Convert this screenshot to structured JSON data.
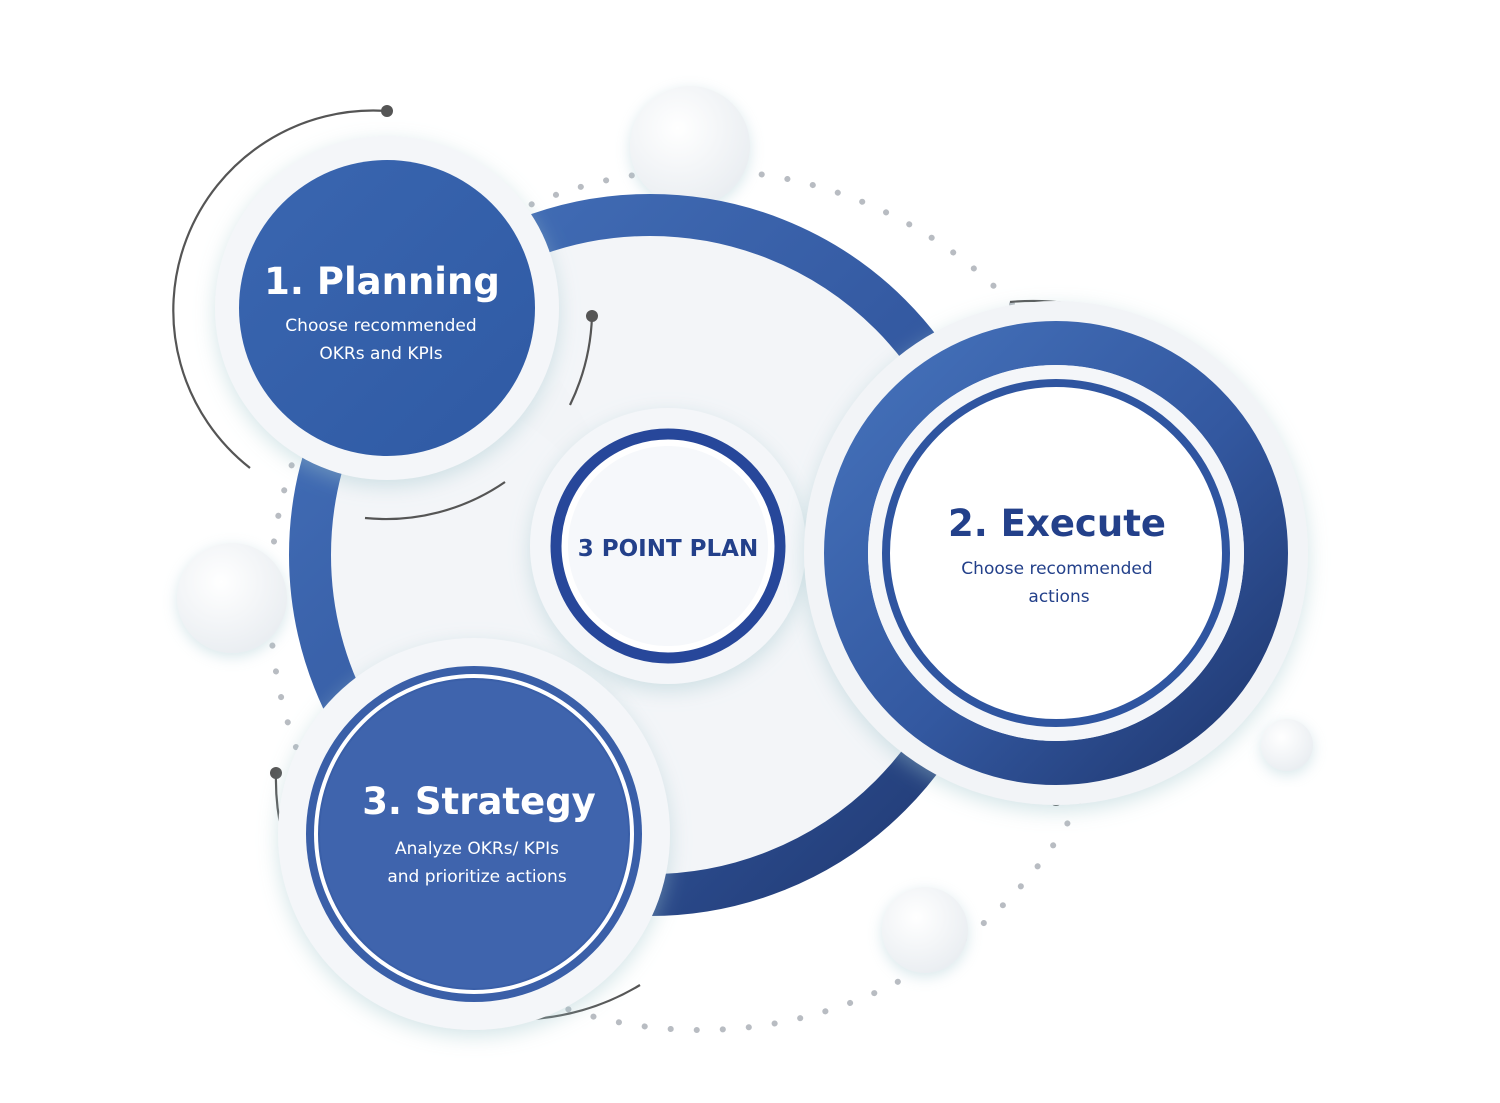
{
  "center": {
    "label": "3 POINT PLAN"
  },
  "steps": [
    {
      "title": "1. Planning",
      "description_line1": "Choose recommended",
      "description_line2": "OKRs and KPIs"
    },
    {
      "title": "2. Execute",
      "description_line1": "Choose recommended",
      "description_line2": "actions"
    },
    {
      "title": "3. Strategy",
      "description_line1": "Analyze OKRs/ KPIs",
      "description_line2": "and prioritize actions"
    }
  ],
  "colors": {
    "primary_blue": "#3560aa",
    "dark_blue": "#1f3b78",
    "navy_text": "#23408a",
    "ring_light": "#f4f6f9",
    "ring_shadow": "#d8e6ea",
    "white": "#ffffff",
    "line_gray": "#555555",
    "dot_gray": "#b8bcc2"
  }
}
